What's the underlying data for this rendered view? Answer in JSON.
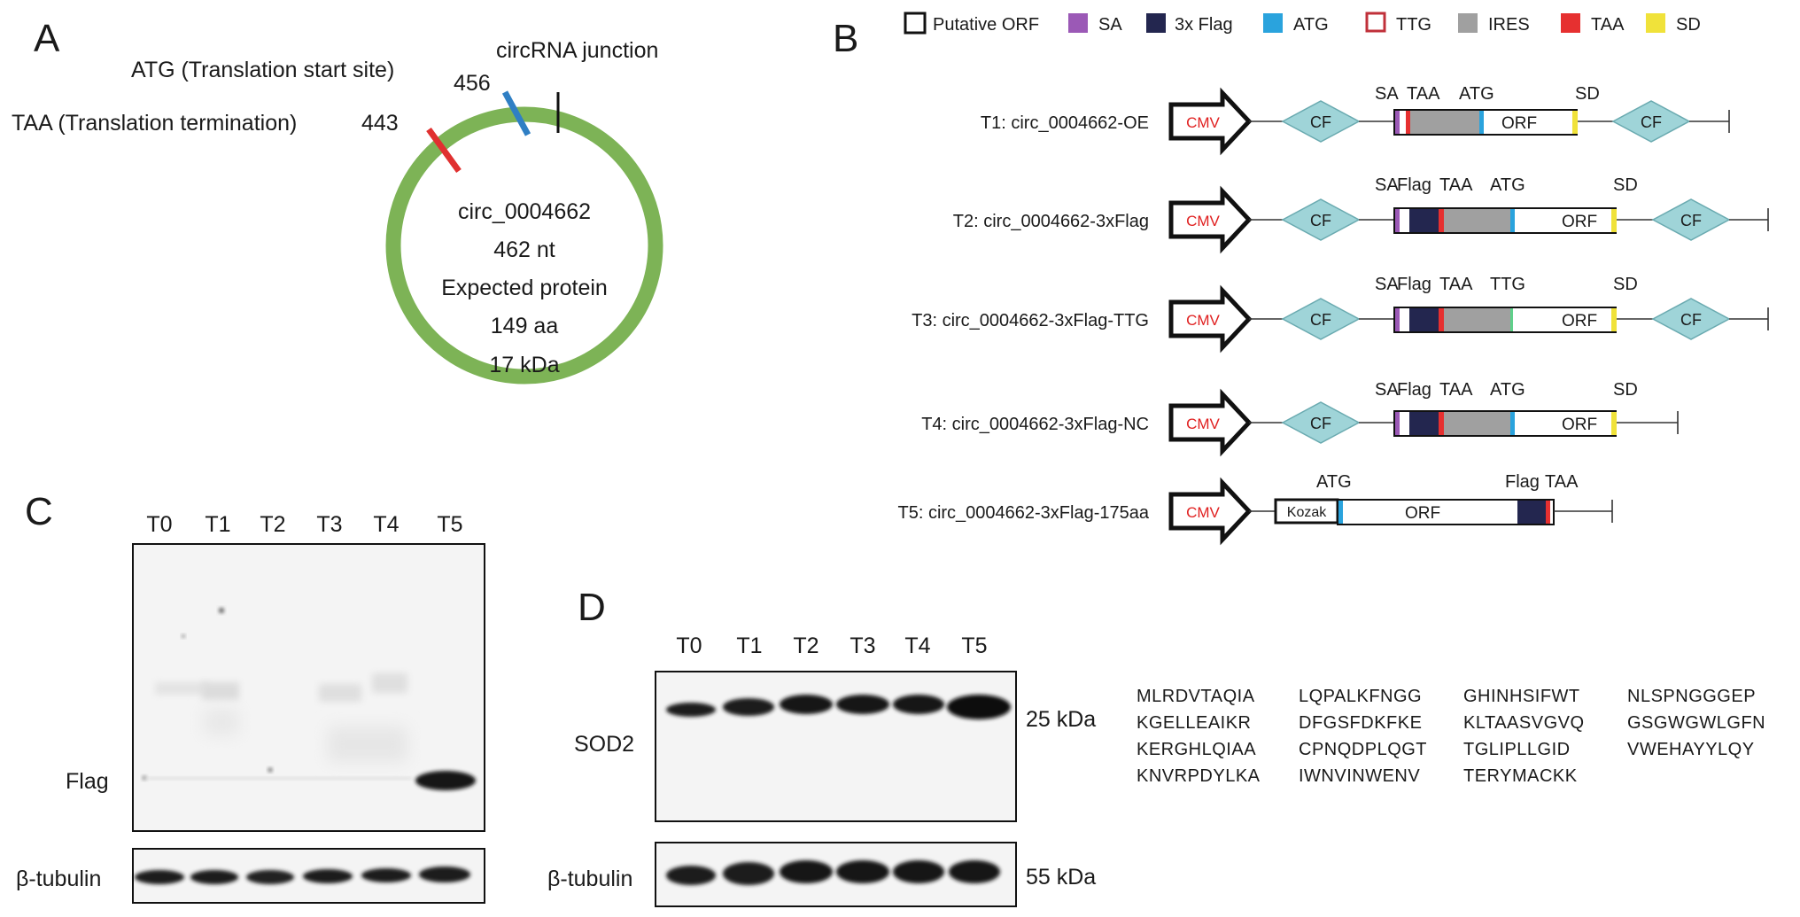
{
  "panels": {
    "a": "A",
    "b": "B",
    "c": "C",
    "d": "D"
  },
  "panel_a": {
    "circ_name": "circ_0004662",
    "length": "462 nt",
    "expected": "Expected protein",
    "aa": "149 aa",
    "kda": "17 kDa",
    "junction_label": "circRNA junction",
    "atg_label": "ATG (Translation start site)",
    "atg_pos": "456",
    "taa_label": "TAA (Translation termination)",
    "taa_pos": "443",
    "colors": {
      "ring": "#7db356",
      "atg": "#2f7fc4",
      "taa": "#e03030"
    }
  },
  "legend": [
    {
      "label": "Putative ORF",
      "style": "outline",
      "color": "#111111"
    },
    {
      "label": "SA",
      "style": "fill",
      "color": "#9b59b6"
    },
    {
      "label": "3x Flag",
      "style": "fill",
      "color": "#23264f"
    },
    {
      "label": "ATG",
      "style": "fill",
      "color": "#2aa3dd"
    },
    {
      "label": "TTG",
      "style": "outline",
      "color": "#c0303a"
    },
    {
      "label": "IRES",
      "style": "fill",
      "color": "#a0a0a0"
    },
    {
      "label": "TAA",
      "style": "fill",
      "color": "#e63030"
    },
    {
      "label": "SD",
      "style": "fill",
      "color": "#f0e23a"
    }
  ],
  "constructs": [
    {
      "name": "T1: circ_0004662-OE",
      "promoter": "CMV",
      "cf": "CF",
      "orf": "ORF",
      "top_labels": [
        "SA",
        "TAA",
        "ATG",
        "SD"
      ]
    },
    {
      "name": "T2: circ_0004662-3xFlag",
      "promoter": "CMV",
      "cf": "CF",
      "orf": "ORF",
      "top_labels": [
        "SA",
        "Flag",
        "TAA",
        "ATG",
        "SD"
      ]
    },
    {
      "name": "T3: circ_0004662-3xFlag-TTG",
      "promoter": "CMV",
      "cf": "CF",
      "orf": "ORF",
      "top_labels": [
        "SA",
        "Flag",
        "TAA",
        "TTG",
        "SD"
      ]
    },
    {
      "name": "T4: circ_0004662-3xFlag-NC",
      "promoter": "CMV",
      "cf": "CF",
      "orf": "ORF",
      "top_labels": [
        "SA",
        "Flag",
        "TAA",
        "ATG",
        "SD"
      ]
    },
    {
      "name": "T5: circ_0004662-3xFlag-175aa",
      "promoter": "CMV",
      "kozak": "Kozak",
      "orf": "ORF",
      "top_labels": [
        "ATG",
        "Flag",
        "TAA"
      ]
    }
  ],
  "blot_c": {
    "lanes": [
      "T0",
      "T1",
      "T2",
      "T3",
      "T4",
      "T5"
    ],
    "main_label": "Flag",
    "loading_label": "β-tubulin"
  },
  "blot_d": {
    "lanes": [
      "T0",
      "T1",
      "T2",
      "T3",
      "T4",
      "T5"
    ],
    "main_label": "SOD2",
    "main_kda": "25 kDa",
    "loading_label": "β-tubulin",
    "loading_kda": "55 kDa"
  },
  "sequence": [
    [
      "MLRDVTAQIA",
      "LQPALKFNGG",
      "GHINHSIFWT",
      "NLSPNGGGEP"
    ],
    [
      "KGELLEAIKR",
      "DFGSFDKFKE",
      "KLTAASVGVQ",
      "GSGWGWLGFN"
    ],
    [
      "KERGHLQIAA",
      "CPNQDPLQGT",
      "TGLIPLLGID",
      "VWEHAYYLQY"
    ],
    [
      "KNVRPDYLKA",
      "IWNVINWENV",
      "TERYMACKK",
      ""
    ]
  ]
}
